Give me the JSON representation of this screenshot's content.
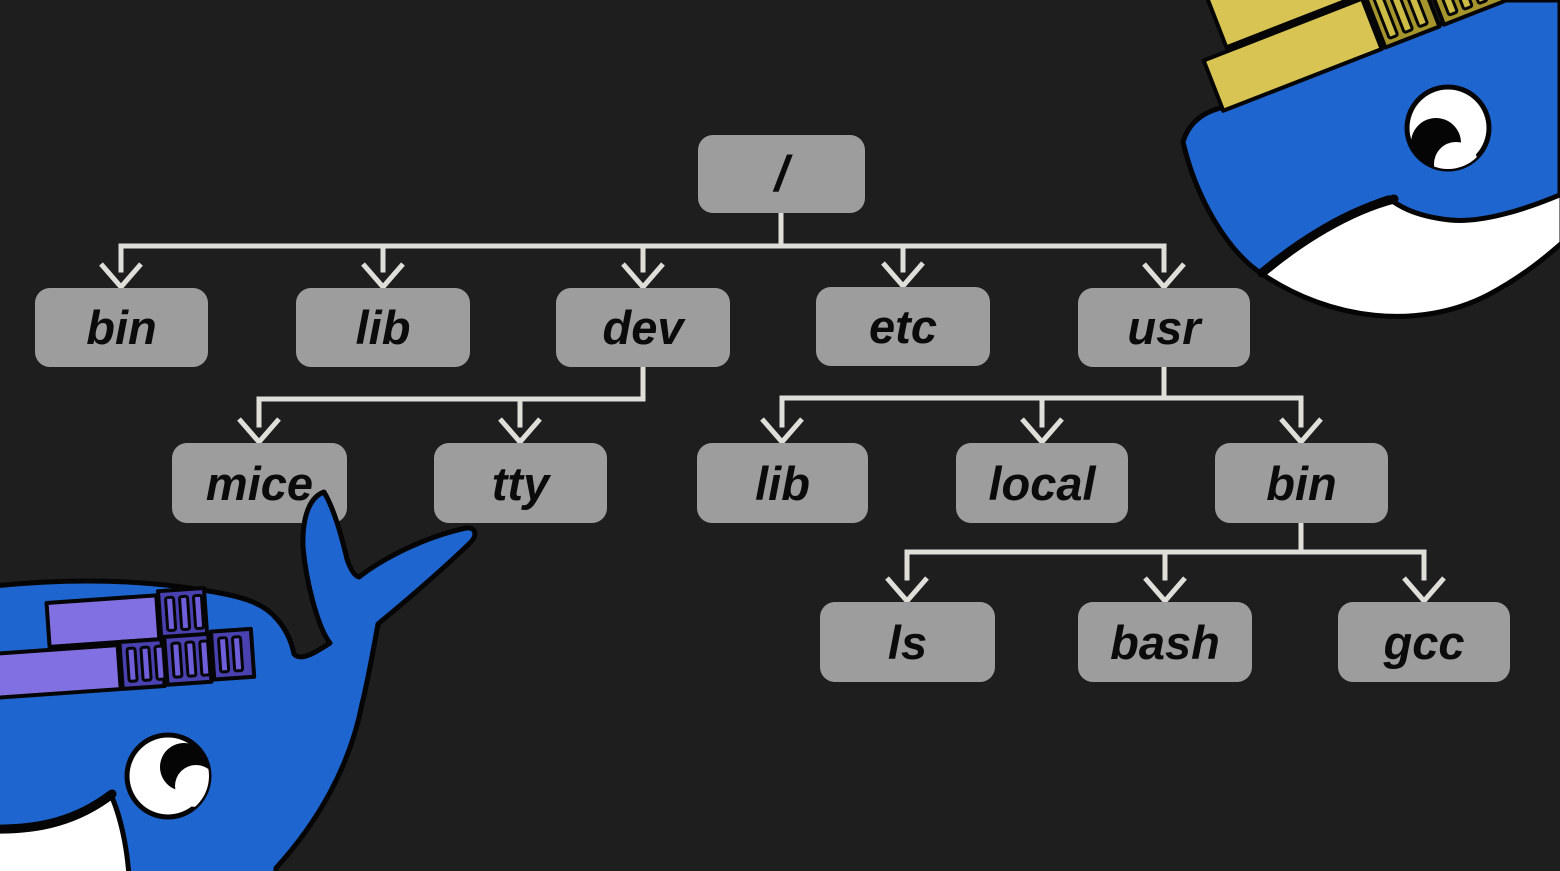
{
  "diagram": {
    "description": "Linux filesystem hierarchy tree",
    "nodes": [
      {
        "id": "root",
        "label": "/",
        "parent": null
      },
      {
        "id": "bin",
        "label": "bin",
        "parent": "root"
      },
      {
        "id": "lib",
        "label": "lib",
        "parent": "root"
      },
      {
        "id": "dev",
        "label": "dev",
        "parent": "root"
      },
      {
        "id": "etc",
        "label": "etc",
        "parent": "root"
      },
      {
        "id": "usr",
        "label": "usr",
        "parent": "root"
      },
      {
        "id": "mice",
        "label": "mice",
        "parent": "dev"
      },
      {
        "id": "tty",
        "label": "tty",
        "parent": "dev"
      },
      {
        "id": "usr-lib",
        "label": "lib",
        "parent": "usr"
      },
      {
        "id": "usr-local",
        "label": "local",
        "parent": "usr"
      },
      {
        "id": "usr-bin",
        "label": "bin",
        "parent": "usr"
      },
      {
        "id": "ls",
        "label": "ls",
        "parent": "usr-bin"
      },
      {
        "id": "bash",
        "label": "bash",
        "parent": "usr-bin"
      },
      {
        "id": "gcc",
        "label": "gcc",
        "parent": "usr-bin"
      }
    ]
  },
  "decorations": {
    "top_right": "docker-whale-with-yellow-containers",
    "bottom_left": "docker-whale-with-purple-containers"
  },
  "colors": {
    "background": "#1f1e1e",
    "node_fill": "#9d9d9d",
    "node_text": "#0b0b0b",
    "connector": "#e0ded9",
    "whale_blue": "#1e65d0",
    "outline": "#050505",
    "eye_white": "#ffffff",
    "container_yellow": "#d8c452",
    "container_yellow_dark": "#a6952c",
    "container_yellow_stripe": "#ccbb45",
    "container_purple": "#8170e2",
    "container_purple_dark": "#4a41b0",
    "container_purple_stripe": "#6f5ed9"
  }
}
